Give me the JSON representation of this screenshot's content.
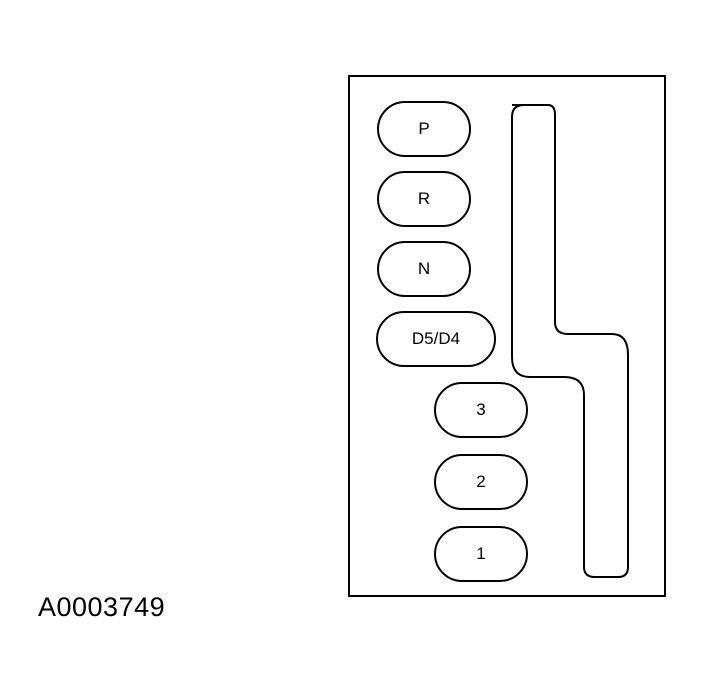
{
  "diagram": {
    "positions": [
      "P",
      "R",
      "N",
      "D5/D4",
      "3",
      "2",
      "1"
    ],
    "figure_id": "A0003749"
  }
}
